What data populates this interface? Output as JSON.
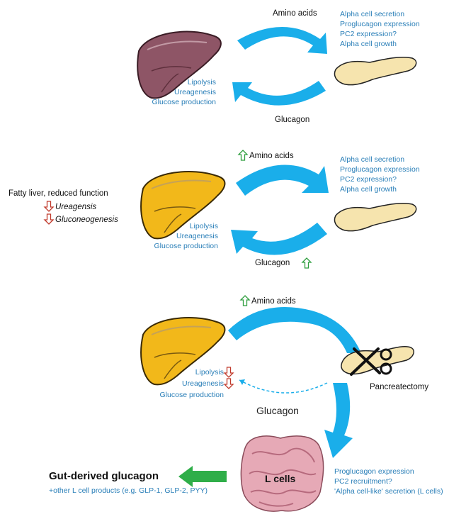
{
  "colors": {
    "arrow_blue": "#1aaeea",
    "text_blue": "#2a7fb8",
    "up_green": "#2e9e3e",
    "down_red": "#c0392b",
    "liver_normal": "#8e5566",
    "liver_fatty": "#f2b81a",
    "pancreas": "#f6e4ae",
    "intestine": "#e6a9b6",
    "gut_arrow_green": "#2fae49"
  },
  "icons": {
    "up_arrow": "green-outline-up-arrow-icon",
    "down_arrow": "red-outline-down-arrow-icon",
    "scissors": "scissors-icon"
  },
  "panel1": {
    "amino_label": "Amino acids",
    "glucagon_label": "Glucagon",
    "liver_effects": [
      "Lipolysis",
      "Ureagenesis",
      "Glucose production"
    ],
    "alpha_effects": [
      "Alpha cell secretion",
      "Proglucagon expression",
      "PC2 expression?",
      "Alpha cell growth"
    ]
  },
  "panel2": {
    "amino_label": "Amino acids",
    "glucagon_label": "Glucagon",
    "fatty_title": "Fatty liver, reduced function",
    "fatty_items": [
      "Ureagensis",
      "Gluconeogenesis"
    ],
    "liver_effects": [
      "Lipolysis",
      "Ureagenesis",
      "Glucose production"
    ],
    "alpha_effects": [
      "Alpha cell secretion",
      "Proglucagon expression",
      "PC2 expression?",
      "Alpha cell growth"
    ]
  },
  "panel3": {
    "amino_label": "Amino acids",
    "glucagon_label": "Glucagon",
    "pancreatectomy_label": "Pancreatectomy",
    "liver_effects": [
      "Lipolysis",
      "Ureagenesis",
      "Glucose production"
    ],
    "lcells_label": "L cells",
    "lcell_effects": [
      "Proglucagon expression",
      "PC2 recruitment?",
      "'Alpha cell-like' secretion (L cells)"
    ],
    "gut_glucagon_label": "Gut-derived glucagon",
    "other_products": "+other L cell products (e.g. GLP-1, GLP-2, PYY)"
  }
}
